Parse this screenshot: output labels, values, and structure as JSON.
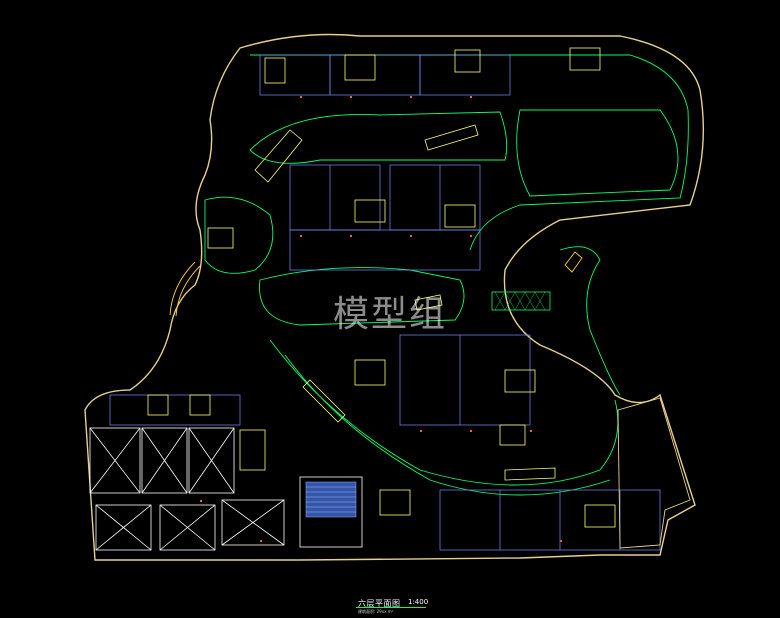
{
  "drawing": {
    "title": "六层平面图",
    "scale": "1:400",
    "note": "建筑面积: 29xx m²"
  },
  "watermark": "模型组",
  "colors": {
    "background": "#000000",
    "outline": "#e8d08a",
    "wall": "#00ff66",
    "core": "#ffff66",
    "grid": "#6f8cff",
    "furniture": "#ffffff",
    "accent": "#ffcc33"
  }
}
